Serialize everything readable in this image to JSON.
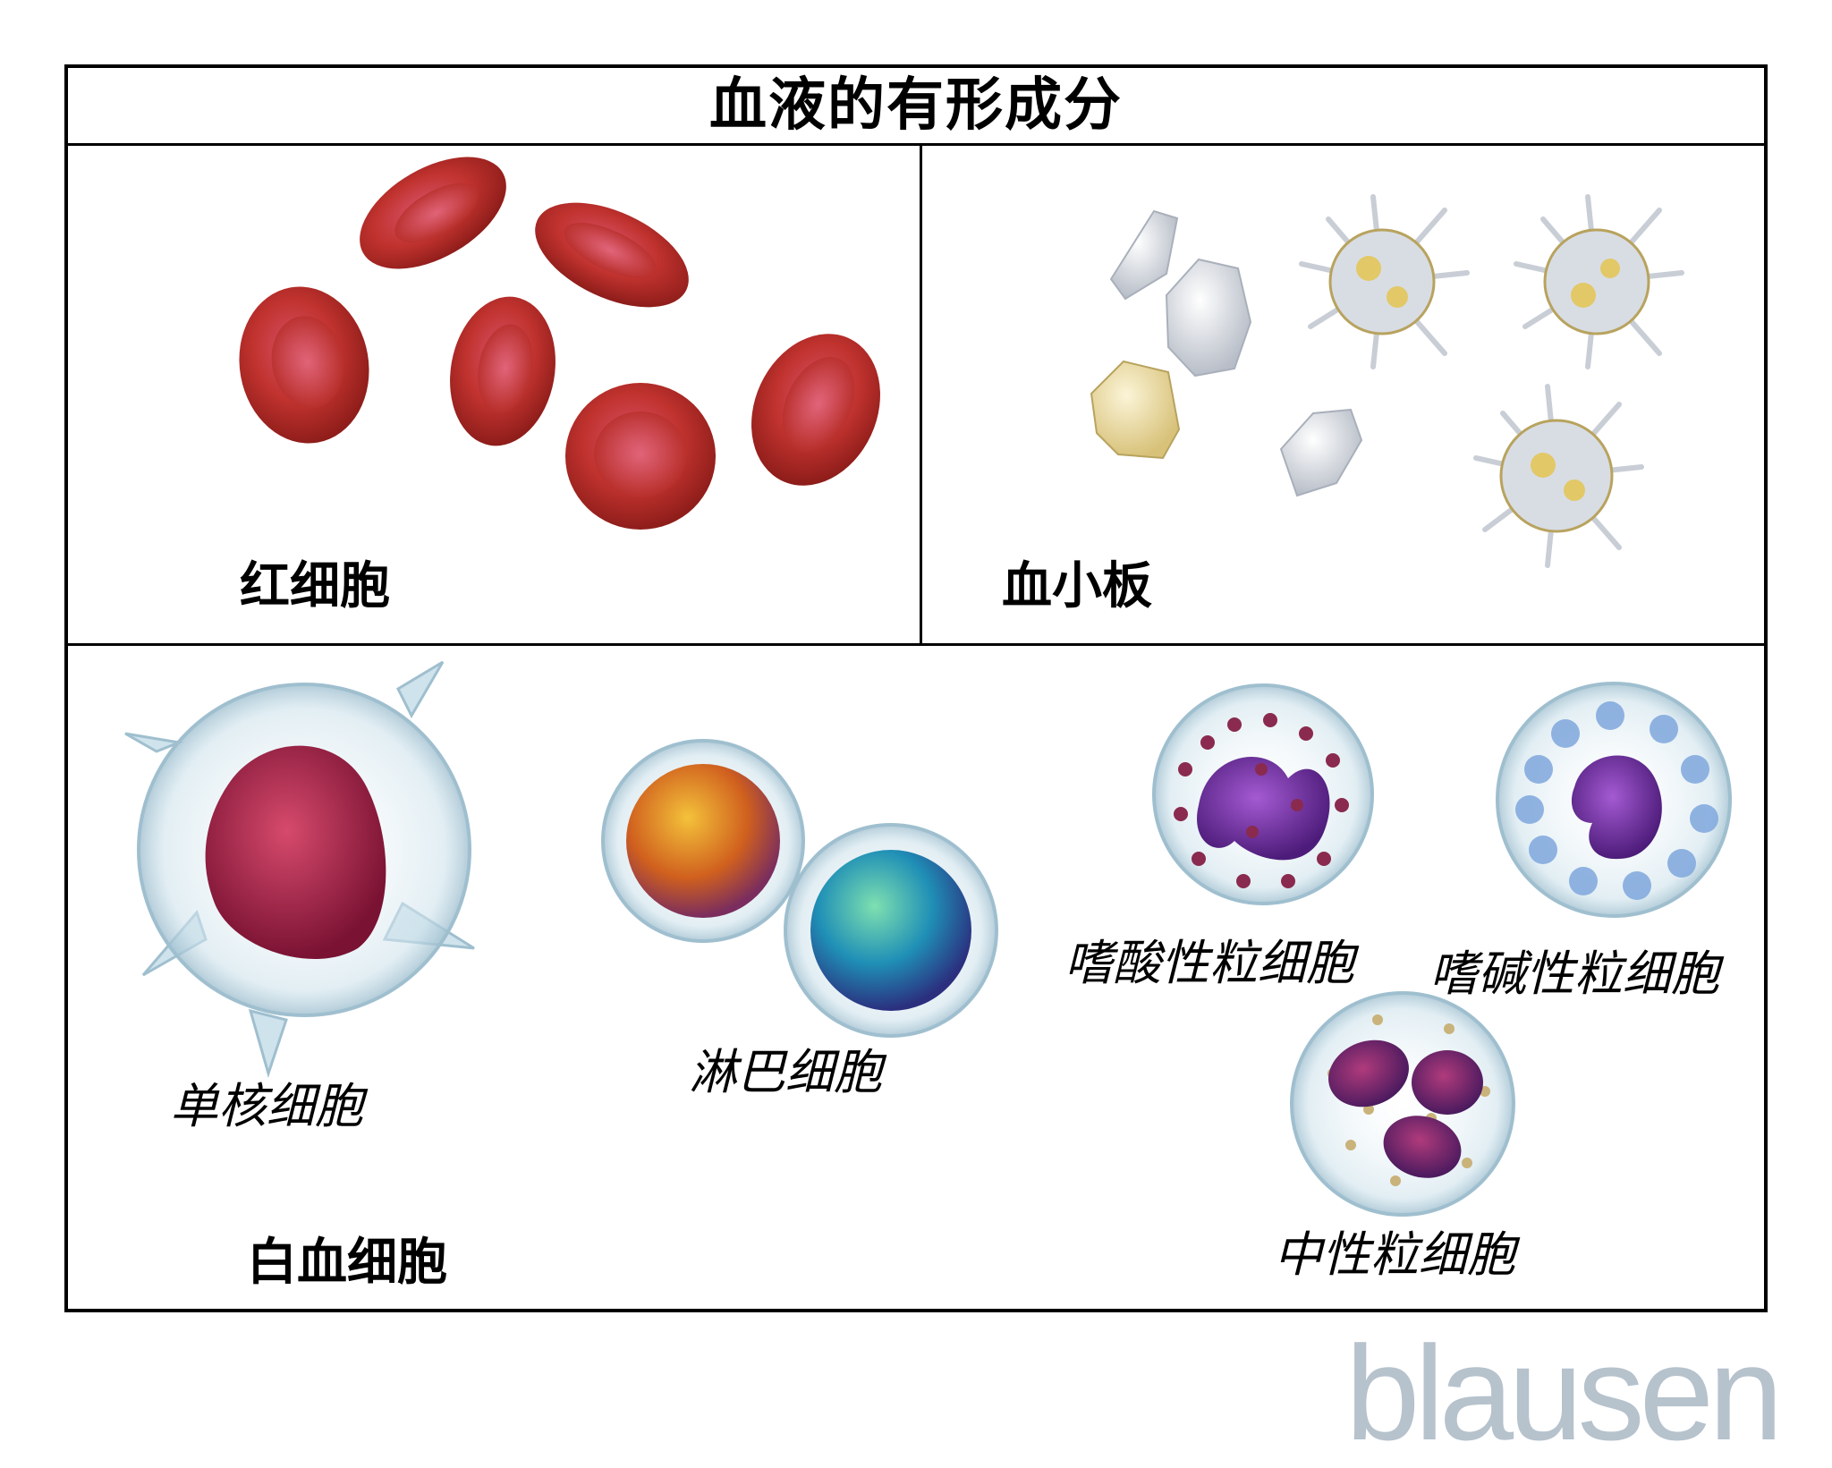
{
  "title": "血液的有形成分",
  "sections": {
    "red_cells": {
      "label": "红细胞"
    },
    "platelets": {
      "label": "血小板"
    },
    "white_cells": {
      "label": "白血细胞",
      "items": {
        "monocyte": "单核细胞",
        "lymphocyte": "淋巴细胞",
        "eosinophil": "嗜酸性粒细胞",
        "basophil": "嗜碱性粒细胞",
        "neutrophil": "中性粒细胞"
      }
    }
  },
  "brand": "blausen",
  "colors": {
    "border": "#000000",
    "red_cell": "#c0392b",
    "platelet": "#d9dde3",
    "brand": "#b6c2cc"
  }
}
